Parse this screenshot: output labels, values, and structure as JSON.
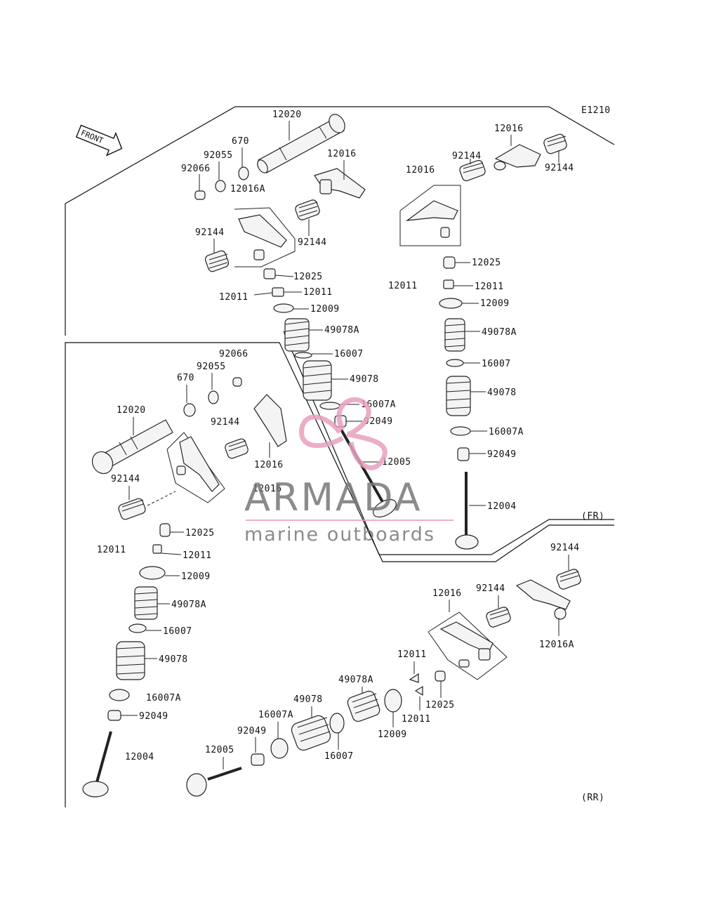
{
  "diagram": {
    "code": "E1210",
    "front_label": "FRONT",
    "section_fr": "(FR)",
    "section_rr": "(RR)"
  },
  "watermark": {
    "brand": "ARMADA",
    "tagline": "marine outboards",
    "accent": "#e8a0c0",
    "text_color": "#777777"
  },
  "part_labels": {
    "fr_upper_left": [
      "12020",
      "670",
      "92055",
      "92066",
      "12016A",
      "92144",
      "12016",
      "92144",
      "12025",
      "12011",
      "12011",
      "12009"
    ],
    "fr_stack": [
      "49078A",
      "16007",
      "49078",
      "16007A",
      "92049",
      "12005"
    ],
    "fr_right": [
      "12016",
      "12016",
      "92144",
      "92144",
      "12025",
      "12011",
      "12011",
      "12009",
      "49078A",
      "16007",
      "49078",
      "16007A",
      "92049",
      "12004"
    ],
    "rr_left": [
      "92066",
      "92055",
      "670",
      "12020",
      "92144",
      "12016",
      "12016",
      "92144",
      "12025",
      "12011",
      "12011",
      "12009",
      "49078A",
      "16007",
      "49078",
      "16007A",
      "92049",
      "12004"
    ],
    "rr_bottom": [
      "92144",
      "92144",
      "12016",
      "12016A",
      "12011",
      "12025",
      "12011",
      "49078A",
      "49078",
      "16007A",
      "92049",
      "12009",
      "16007",
      "12005"
    ]
  }
}
